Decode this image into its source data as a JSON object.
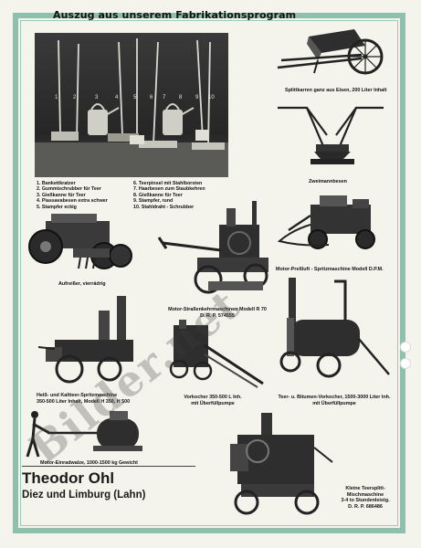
{
  "header": {
    "title": "Auszug aus unserem Fabrikationsprogram"
  },
  "photo": {
    "numbers": [
      "1",
      "2",
      "3",
      "4",
      "5",
      "6",
      "7",
      "8",
      "9",
      "10"
    ]
  },
  "tools_list": {
    "left": [
      "1. Bankettkratzer",
      "2. Gummischrubber für Teer",
      "3. Gießkanne für Teer",
      "4. Piassavabesen extra schwer",
      "5. Stampfer eckig"
    ],
    "right": [
      "6. Teerpinsel mit Stahlborsten",
      "7. Haarbesen zum Staubkehren",
      "8. Gießkanne für Teer",
      "9. Stampfer, rund",
      "10. Stahldraht - Schrubber"
    ]
  },
  "products": {
    "splittkarren": "Splittkarren ganz aus Eisen, 200 Liter Inhalt",
    "zweimannbesen": "Zweimannbesen",
    "aufreisser": "Aufreißer, vierrädrig",
    "motor_pressluft": "Motor-Preßluft - Spritzmaschine Modell D.P.M.",
    "strassenkehr_line1": "Motor-Straßenkehrmaschinen Modell R 70",
    "strassenkehr_line2": "D. R. P. 574555",
    "heiss_line1": "Heiß- und Kaltteer-Spritzmaschine",
    "heiss_line2": "350-500 Liter Inhalt, Modell H 350, H 500",
    "vorkocher_line1": "Vorkocher 350-500 L Inh.",
    "vorkocher_line2": "mit Überfüllpumpe",
    "teer_line1": "Teer- u. Bitumen-Vorkocher, 1500-3000 Liter Inh.",
    "teer_line2": "mit Überfüllpumpe",
    "einradwalze": "Motor-Einradwalze, 1000-1500 kg Gewicht",
    "splitt_line1": "Kleine Teersplitt-",
    "splitt_line2": "Mischmaschine",
    "splitt_line3": "3-4 to Stundenleistg.",
    "splitt_line4": "D. R. P. 686486"
  },
  "company": {
    "name": "Theodor Ohl",
    "address": "Diez und Limburg (Lahn)"
  },
  "watermark": "Bilder.net",
  "colors": {
    "frame": "#8fc0ad",
    "paper": "#f4f3ec",
    "ink": "#111111"
  }
}
